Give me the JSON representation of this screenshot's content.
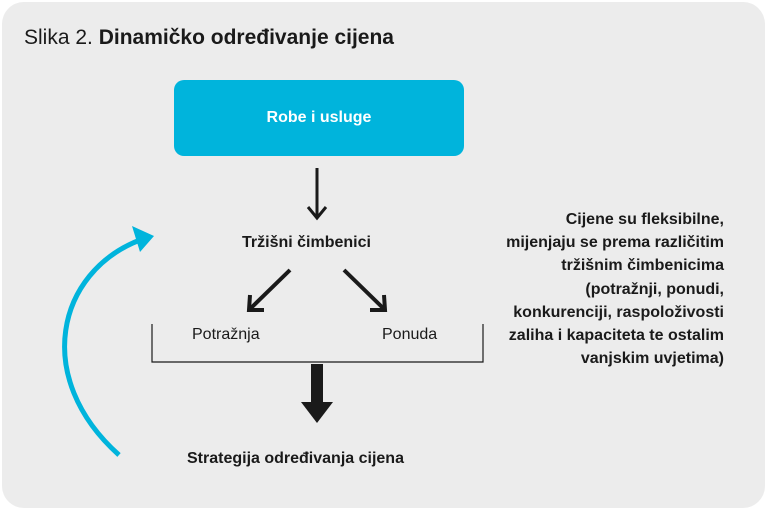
{
  "caption": {
    "prefix": "Slika 2.",
    "title": "Dinamičko određivanje cijena"
  },
  "nodes": {
    "goods": "Robe i usluge",
    "market_factors": "Tržišni čimbenici",
    "demand": "Potražnja",
    "supply": "Ponuda",
    "strategy": "Strategija određivanja cijena"
  },
  "note": "Cijene su fleksibilne, mijenjaju se prema različitim tržišnim čimbenicima (potražnji, ponudi, konkurenciji, raspoloživosti zaliha i kapaciteta te ostalim vanjskim uvjetima)",
  "colors": {
    "accent": "#00b4dc",
    "background": "#ececec",
    "text": "#1a1a1a"
  }
}
